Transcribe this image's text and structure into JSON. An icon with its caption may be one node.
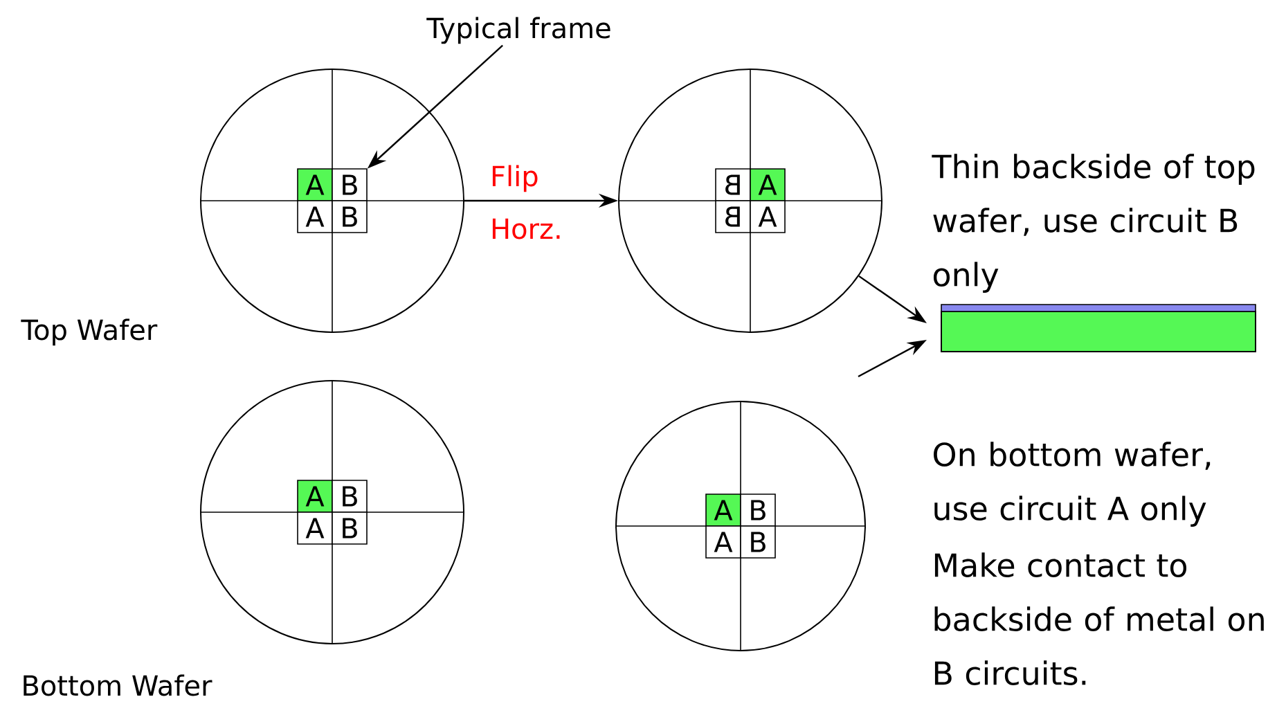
{
  "diagram": {
    "nodes": [
      {
        "text": [],
        "shape": "circle",
        "beside": [
          "Top Wafer"
        ]
      },
      {
        "text": [
          "A"
        ],
        "in": 0
      },
      {
        "text": [
          "B"
        ],
        "in": 0
      },
      {
        "text": [
          "A"
        ],
        "in": 0
      },
      {
        "text": [
          "B"
        ],
        "in": 0
      },
      {
        "text": [],
        "shape": "circle"
      },
      {
        "text": [
          "B"
        ],
        "in": 5
      },
      {
        "text": [
          "A"
        ],
        "in": 5
      },
      {
        "text": [
          "B"
        ],
        "in": 5
      },
      {
        "text": [
          "A"
        ],
        "in": 5
      },
      {
        "text": [],
        "shape": "circle",
        "beside": [
          "Bottom Wafer"
        ]
      },
      {
        "text": [
          "A"
        ],
        "in": 10
      },
      {
        "text": [
          "B"
        ],
        "in": 10
      },
      {
        "text": [
          "A"
        ],
        "in": 10
      },
      {
        "text": [
          "B"
        ],
        "in": 10
      },
      {
        "text": [],
        "shape": "circle"
      },
      {
        "text": [
          "A"
        ],
        "in": 15
      },
      {
        "text": [
          "B"
        ],
        "in": 15
      },
      {
        "text": [
          "A"
        ],
        "in": 15
      },
      {
        "text": [
          "B"
        ],
        "in": 15
      },
      {
        "text": [
          "Typical frame"
        ]
      },
      {
        "text": [
          "Thin backside of top wafer, use circuit B only"
        ]
      },
      {
        "text": [],
        "shape": "bar"
      },
      {
        "text": [
          "On bottom wafer, use circuit A only"
        ]
      }
    ],
    "edges": [
      {
        "from": 20,
        "to": 2,
        "arrow": "to"
      },
      {
        "from": 0,
        "to": 5,
        "arrow": "to",
        "label": "Flip Horz."
      },
      {
        "from": 5,
        "to": 22,
        "arrow": "to"
      },
      {
        "from": null,
        "to": 22,
        "arrow": "to"
      }
    ],
    "labels": [
      "Make contact to backside of metal on B circuits."
    ]
  }
}
